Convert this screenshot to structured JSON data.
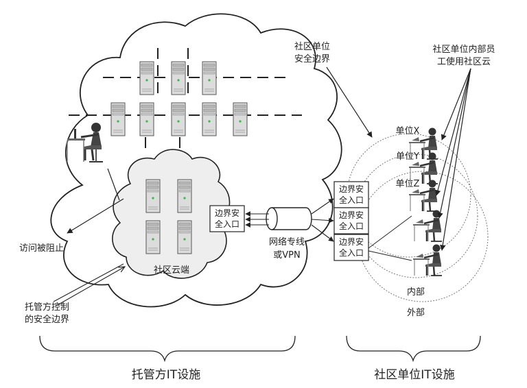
{
  "hosted_cloud": {
    "community_cloud_label": "社区云端",
    "boundary_gateway_label_1": "边界安",
    "boundary_gateway_label_2": "全入口",
    "access_blocked_label": "访问被阻止",
    "provider_boundary_label_1": "托管方控制",
    "provider_boundary_label_2": "的安全边界",
    "section_label": "托管方IT设施"
  },
  "network": {
    "label_1": "网络专线",
    "label_2": "或VPN"
  },
  "community_units": {
    "unit_boundary_label_1": "社区单位",
    "unit_boundary_label_2": "安全边界",
    "employees_label_1": "社区单位内部员",
    "employees_label_2": "工使用社区云",
    "units": [
      "单位X",
      "单位Y",
      "单位Z"
    ],
    "gateways": [
      {
        "line1": "边界安",
        "line2": "全入口"
      },
      {
        "line1": "边界安",
        "line2": "全入口"
      },
      {
        "line1": "边界安",
        "line2": "全入口"
      }
    ],
    "inside_label": "内部",
    "outside_label": "外部",
    "section_label": "社区单位IT设施"
  },
  "colors": {
    "stroke": "#222222",
    "cloud_fill": "#ffffff",
    "inner_cloud_fill": "#eeeeee",
    "server_fill": "#dcdcdc",
    "server_led": "#3fb34f"
  },
  "icons": [
    "server-icon",
    "administrator-workstation-icon",
    "employee-workstation-icon",
    "network-pipe-icon"
  ]
}
